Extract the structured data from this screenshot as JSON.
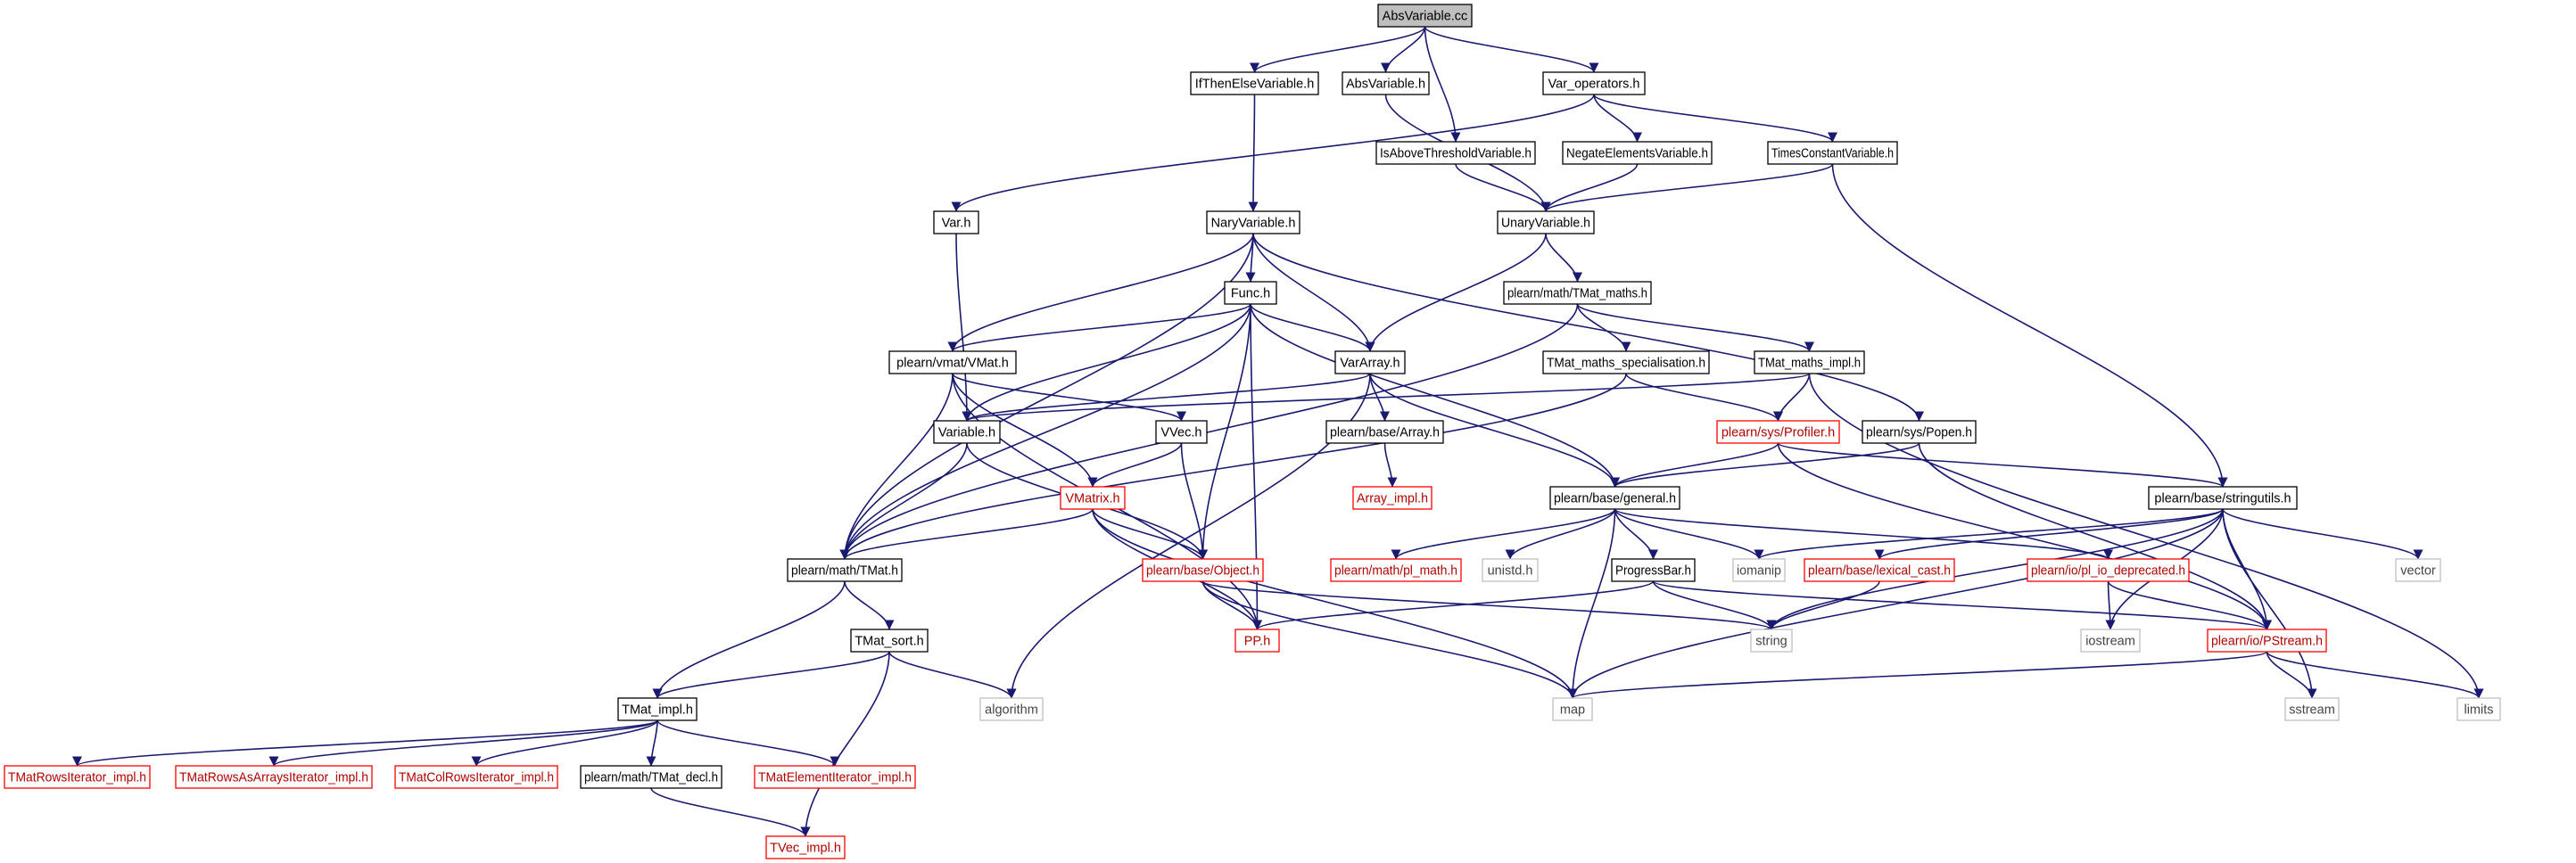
{
  "colors": {
    "edge": "#191970",
    "node_border_default": "#000000",
    "node_border_missing": "#ff0000",
    "node_border_system": "#bfbfbf",
    "root_fill": "#bfbfbf"
  },
  "nodes": [
    {
      "id": "AbsVariable_cc",
      "label": "AbsVariable.cc",
      "kind": "root"
    },
    {
      "id": "IfThenElseVariable_h",
      "label": "IfThenElseVariable.h",
      "kind": "normal"
    },
    {
      "id": "AbsVariable_h",
      "label": "AbsVariable.h",
      "kind": "normal"
    },
    {
      "id": "Var_operators_h",
      "label": "Var_operators.h",
      "kind": "normal"
    },
    {
      "id": "IsAboveThresholdVariable_h",
      "label": "IsAboveThresholdVariable.h",
      "kind": "normal"
    },
    {
      "id": "NegateElementsVariable_h",
      "label": "NegateElementsVariable.h",
      "kind": "normal"
    },
    {
      "id": "TimesConstantVariable_h",
      "label": "TimesConstantVariable.h",
      "kind": "normal"
    },
    {
      "id": "Var_h",
      "label": "Var.h",
      "kind": "normal"
    },
    {
      "id": "NaryVariable_h",
      "label": "NaryVariable.h",
      "kind": "normal"
    },
    {
      "id": "UnaryVariable_h",
      "label": "UnaryVariable.h",
      "kind": "normal"
    },
    {
      "id": "Func_h",
      "label": "Func.h",
      "kind": "normal"
    },
    {
      "id": "TMat_maths_h",
      "label": "plearn/math/TMat_maths.h",
      "kind": "normal"
    },
    {
      "id": "VMat_h",
      "label": "plearn/vmat/VMat.h",
      "kind": "normal"
    },
    {
      "id": "VarArray_h",
      "label": "VarArray.h",
      "kind": "normal"
    },
    {
      "id": "TMat_maths_specialisation_h",
      "label": "TMat_maths_specialisation.h",
      "kind": "normal"
    },
    {
      "id": "TMat_maths_impl_h",
      "label": "TMat_maths_impl.h",
      "kind": "normal"
    },
    {
      "id": "Variable_h",
      "label": "Variable.h",
      "kind": "normal"
    },
    {
      "id": "VVec_h",
      "label": "VVec.h",
      "kind": "normal"
    },
    {
      "id": "Array_h",
      "label": "plearn/base/Array.h",
      "kind": "normal"
    },
    {
      "id": "Profiler_h",
      "label": "plearn/sys/Profiler.h",
      "kind": "missing"
    },
    {
      "id": "Popen_h",
      "label": "plearn/sys/Popen.h",
      "kind": "normal"
    },
    {
      "id": "Array_impl_h",
      "label": "Array_impl.h",
      "kind": "missing"
    },
    {
      "id": "VMatrix_h",
      "label": "VMatrix.h",
      "kind": "missing"
    },
    {
      "id": "general_h",
      "label": "plearn/base/general.h",
      "kind": "normal"
    },
    {
      "id": "stringutils_h",
      "label": "plearn/base/stringutils.h",
      "kind": "normal"
    },
    {
      "id": "TMat_h",
      "label": "plearn/math/TMat.h",
      "kind": "normal"
    },
    {
      "id": "Object_h",
      "label": "plearn/base/Object.h",
      "kind": "missing"
    },
    {
      "id": "pl_math_h",
      "label": "plearn/math/pl_math.h",
      "kind": "missing"
    },
    {
      "id": "unistd_h",
      "label": "unistd.h",
      "kind": "system"
    },
    {
      "id": "ProgressBar_h",
      "label": "ProgressBar.h",
      "kind": "normal"
    },
    {
      "id": "iomanip",
      "label": "iomanip",
      "kind": "system"
    },
    {
      "id": "lexical_cast_h",
      "label": "plearn/base/lexical_cast.h",
      "kind": "missing"
    },
    {
      "id": "pl_io_deprecated_h",
      "label": "plearn/io/pl_io_deprecated.h",
      "kind": "missing"
    },
    {
      "id": "vector",
      "label": "vector",
      "kind": "system"
    },
    {
      "id": "TMat_sort_h",
      "label": "TMat_sort.h",
      "kind": "normal"
    },
    {
      "id": "PP_h",
      "label": "PP.h",
      "kind": "missing"
    },
    {
      "id": "string",
      "label": "string",
      "kind": "system"
    },
    {
      "id": "iostream",
      "label": "iostream",
      "kind": "system"
    },
    {
      "id": "PStream_h",
      "label": "plearn/io/PStream.h",
      "kind": "missing"
    },
    {
      "id": "TMat_impl_h",
      "label": "TMat_impl.h",
      "kind": "normal"
    },
    {
      "id": "algorithm",
      "label": "algorithm",
      "kind": "system"
    },
    {
      "id": "map",
      "label": "map",
      "kind": "system"
    },
    {
      "id": "sstream",
      "label": "sstream",
      "kind": "system"
    },
    {
      "id": "limits",
      "label": "limits",
      "kind": "system"
    },
    {
      "id": "TMatRowsIterator_impl_h",
      "label": "TMatRowsIterator_impl.h",
      "kind": "missing"
    },
    {
      "id": "TMatRowsAsArraysIterator_impl_h",
      "label": "TMatRowsAsArraysIterator_impl.h",
      "kind": "missing"
    },
    {
      "id": "TMatColRowsIterator_impl_h",
      "label": "TMatColRowsIterator_impl.h",
      "kind": "missing"
    },
    {
      "id": "TMat_decl_h",
      "label": "plearn/math/TMat_decl.h",
      "kind": "normal"
    },
    {
      "id": "TMatElementIterator_impl_h",
      "label": "TMatElementIterator_impl.h",
      "kind": "missing"
    },
    {
      "id": "TVec_impl_h",
      "label": "TVec_impl.h",
      "kind": "missing"
    }
  ],
  "edges": [
    [
      "AbsVariable_cc",
      "IfThenElseVariable_h"
    ],
    [
      "AbsVariable_cc",
      "AbsVariable_h"
    ],
    [
      "AbsVariable_cc",
      "IsAboveThresholdVariable_h"
    ],
    [
      "AbsVariable_cc",
      "Var_operators_h"
    ],
    [
      "IfThenElseVariable_h",
      "NaryVariable_h"
    ],
    [
      "AbsVariable_h",
      "UnaryVariable_h"
    ],
    [
      "IsAboveThresholdVariable_h",
      "UnaryVariable_h"
    ],
    [
      "NegateElementsVariable_h",
      "UnaryVariable_h"
    ],
    [
      "TimesConstantVariable_h",
      "UnaryVariable_h"
    ],
    [
      "TimesConstantVariable_h",
      "stringutils_h"
    ],
    [
      "Var_operators_h",
      "Var_h"
    ],
    [
      "Var_operators_h",
      "NegateElementsVariable_h"
    ],
    [
      "Var_operators_h",
      "TimesConstantVariable_h"
    ],
    [
      "Var_h",
      "Variable_h"
    ],
    [
      "NaryVariable_h",
      "Func_h"
    ],
    [
      "NaryVariable_h",
      "VMat_h"
    ],
    [
      "NaryVariable_h",
      "VarArray_h"
    ],
    [
      "NaryVariable_h",
      "TMat_h"
    ],
    [
      "NaryVariable_h",
      "Popen_h"
    ],
    [
      "UnaryVariable_h",
      "VarArray_h"
    ],
    [
      "UnaryVariable_h",
      "TMat_maths_h"
    ],
    [
      "Func_h",
      "VMat_h"
    ],
    [
      "Func_h",
      "VarArray_h"
    ],
    [
      "Func_h",
      "Variable_h"
    ],
    [
      "Func_h",
      "TMat_h"
    ],
    [
      "Func_h",
      "Object_h"
    ],
    [
      "Func_h",
      "PP_h"
    ],
    [
      "Func_h",
      "general_h"
    ],
    [
      "TMat_maths_h",
      "TMat_maths_specialisation_h"
    ],
    [
      "TMat_maths_h",
      "TMat_maths_impl_h"
    ],
    [
      "TMat_maths_h",
      "TMat_h"
    ],
    [
      "TMat_maths_specialisation_h",
      "Profiler_h"
    ],
    [
      "TMat_maths_specialisation_h",
      "TMat_h"
    ],
    [
      "TMat_maths_impl_h",
      "Profiler_h"
    ],
    [
      "TMat_maths_impl_h",
      "Variable_h"
    ],
    [
      "TMat_maths_impl_h",
      "limits"
    ],
    [
      "VMat_h",
      "VVec_h"
    ],
    [
      "VMat_h",
      "TMat_h"
    ],
    [
      "VMat_h",
      "VMatrix_h"
    ],
    [
      "VMat_h",
      "PP_h"
    ],
    [
      "VarArray_h",
      "Array_h"
    ],
    [
      "VarArray_h",
      "Variable_h"
    ],
    [
      "VarArray_h",
      "general_h"
    ],
    [
      "VarArray_h",
      "algorithm"
    ],
    [
      "Variable_h",
      "TMat_h"
    ],
    [
      "Variable_h",
      "Object_h"
    ],
    [
      "VVec_h",
      "VMatrix_h"
    ],
    [
      "VVec_h",
      "Object_h"
    ],
    [
      "Array_h",
      "Array_impl_h"
    ],
    [
      "Profiler_h",
      "general_h"
    ],
    [
      "Profiler_h",
      "stringutils_h"
    ],
    [
      "Profiler_h",
      "PStream_h"
    ],
    [
      "Popen_h",
      "general_h"
    ],
    [
      "Popen_h",
      "PStream_h"
    ],
    [
      "VMatrix_h",
      "TMat_h"
    ],
    [
      "VMatrix_h",
      "Object_h"
    ],
    [
      "VMatrix_h",
      "PP_h"
    ],
    [
      "VMatrix_h",
      "map"
    ],
    [
      "general_h",
      "pl_math_h"
    ],
    [
      "general_h",
      "unistd_h"
    ],
    [
      "general_h",
      "ProgressBar_h"
    ],
    [
      "general_h",
      "iomanip"
    ],
    [
      "general_h",
      "pl_io_deprecated_h"
    ],
    [
      "general_h",
      "map"
    ],
    [
      "stringutils_h",
      "lexical_cast_h"
    ],
    [
      "stringutils_h",
      "iomanip"
    ],
    [
      "stringutils_h",
      "vector"
    ],
    [
      "stringutils_h",
      "iostream"
    ],
    [
      "stringutils_h",
      "string"
    ],
    [
      "stringutils_h",
      "map"
    ],
    [
      "stringutils_h",
      "sstream"
    ],
    [
      "stringutils_h",
      "PStream_h"
    ],
    [
      "TMat_h",
      "TMat_sort_h"
    ],
    [
      "TMat_h",
      "TMat_impl_h"
    ],
    [
      "Object_h",
      "PP_h"
    ],
    [
      "Object_h",
      "string"
    ],
    [
      "Object_h",
      "map"
    ],
    [
      "ProgressBar_h",
      "PP_h"
    ],
    [
      "ProgressBar_h",
      "string"
    ],
    [
      "ProgressBar_h",
      "PStream_h"
    ],
    [
      "lexical_cast_h",
      "string"
    ],
    [
      "pl_io_deprecated_h",
      "iostream"
    ],
    [
      "pl_io_deprecated_h",
      "PStream_h"
    ],
    [
      "PStream_h",
      "map"
    ],
    [
      "PStream_h",
      "sstream"
    ],
    [
      "PStream_h",
      "limits"
    ],
    [
      "TMat_sort_h",
      "TMat_impl_h"
    ],
    [
      "TMat_sort_h",
      "algorithm"
    ],
    [
      "TMat_sort_h",
      "TVec_impl_h"
    ],
    [
      "TMat_impl_h",
      "TMatRowsIterator_impl_h"
    ],
    [
      "TMat_impl_h",
      "TMatRowsAsArraysIterator_impl_h"
    ],
    [
      "TMat_impl_h",
      "TMatColRowsIterator_impl_h"
    ],
    [
      "TMat_impl_h",
      "TMat_decl_h"
    ],
    [
      "TMat_impl_h",
      "TMatElementIterator_impl_h"
    ],
    [
      "TMat_decl_h",
      "TVec_impl_h"
    ]
  ]
}
